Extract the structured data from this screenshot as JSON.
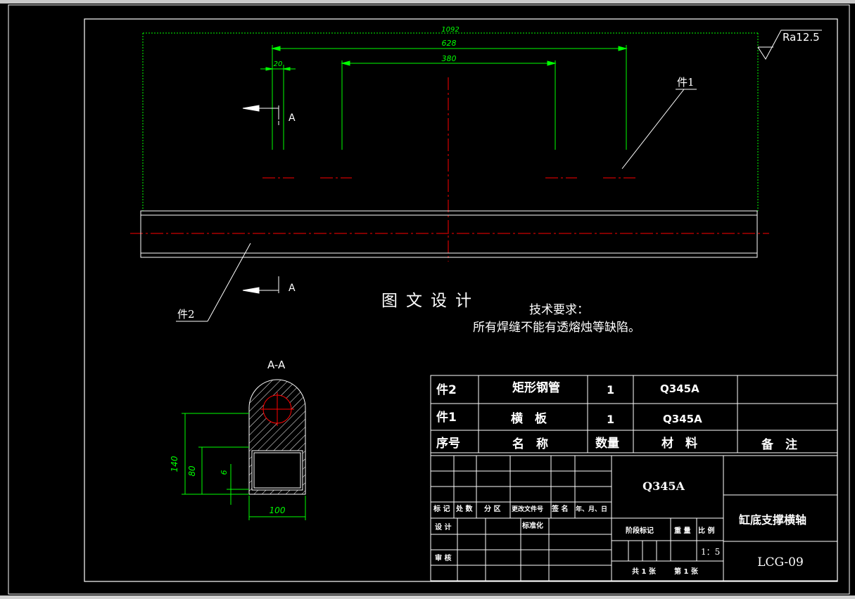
{
  "drawing": {
    "surface_roughness": "Ra12.5",
    "dims": {
      "overall": "1092",
      "outer_span": "628",
      "inner_span": "380",
      "plate_thk": "20"
    },
    "section_labels": {
      "a_top": "A",
      "a_bottom": "A"
    },
    "part_callouts": {
      "part1": "件1",
      "part2": "件2"
    },
    "watermark": "图文设计",
    "tech_req_title": "技术要求：",
    "tech_req_text": "所有焊缝不能有透熔烛等缺陷。"
  },
  "section_view": {
    "title": "A-A",
    "dims": {
      "height_total": "140",
      "height_box": "80",
      "wall": "6",
      "width": "100"
    }
  },
  "title_block": {
    "parts": [
      {
        "no": "件2",
        "name": "矩形钢管",
        "qty": "1",
        "material": "Q345A",
        "note": ""
      },
      {
        "no": "件1",
        "name": "横　板",
        "qty": "1",
        "material": "Q345A",
        "note": ""
      }
    ],
    "header": {
      "no": "序号",
      "name": "名　称",
      "qty": "数量",
      "material": "材　料",
      "note": "备　注"
    },
    "rev_labels": {
      "mark": "标 记",
      "count": "处 数",
      "zone": "分 区",
      "doc": "更改文件号",
      "sign": "签 名",
      "date": "年、月、日"
    },
    "design": "设 计",
    "standard": "标准化",
    "review": "审 核",
    "stage_mark": "阶段标记",
    "weight": "重 量",
    "scale_label": "比 例",
    "scale": "1：5",
    "sheets": "共 1 张",
    "sheet_no": "第 1 张",
    "material": "Q345A",
    "drawing_name": "缸底支撑横轴",
    "drawing_no": "LCG-09"
  },
  "colors": {
    "bg": "#000000",
    "line": "#ffffff",
    "dim": "#00ff00",
    "center": "#ff0000"
  }
}
